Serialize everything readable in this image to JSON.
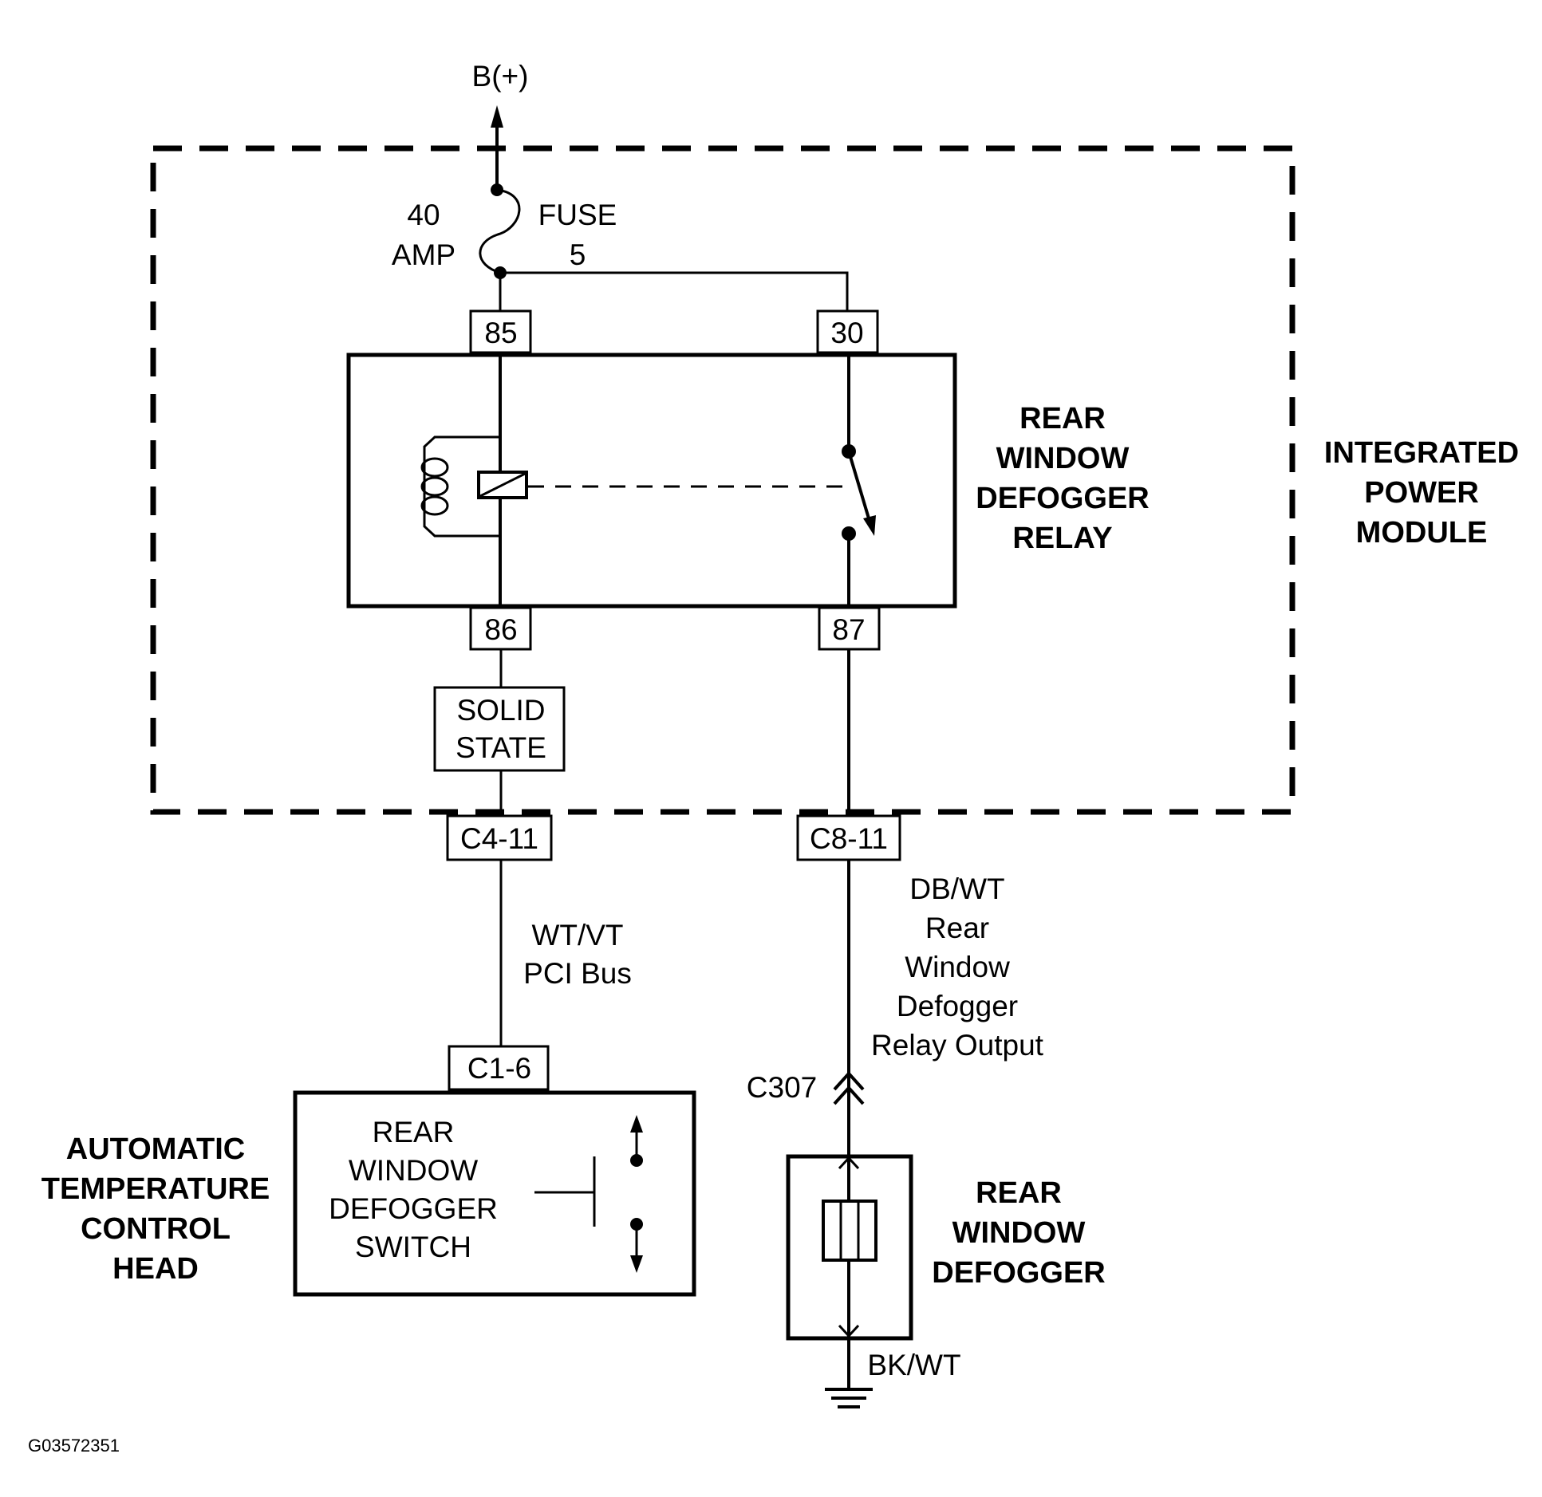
{
  "supply": "B(+)",
  "fuse": {
    "rating_line1": "40",
    "rating_line2": "AMP",
    "name_line1": "FUSE",
    "name_line2": "5"
  },
  "relay": {
    "pin_85": "85",
    "pin_30": "30",
    "pin_86": "86",
    "pin_87": "87",
    "title": [
      "REAR",
      "WINDOW",
      "DEFOGGER",
      "RELAY"
    ]
  },
  "module": {
    "title": [
      "INTEGRATED",
      "POWER",
      "MODULE"
    ]
  },
  "solid_state": [
    "SOLID",
    "STATE"
  ],
  "connectors": {
    "c4_11": "C4-11",
    "c8_11": "C8-11",
    "c1_6": "C1-6",
    "c307": "C307"
  },
  "wires": {
    "pci": [
      "WT/VT",
      "PCI Bus"
    ],
    "output": [
      "DB/WT",
      "Rear",
      "Window",
      "Defogger",
      "Relay Output"
    ],
    "ground": "BK/WT"
  },
  "control_head": {
    "title": [
      "AUTOMATIC",
      "TEMPERATURE",
      "CONTROL",
      "HEAD"
    ],
    "switch_label": [
      "REAR",
      "WINDOW",
      "DEFOGGER",
      "SWITCH"
    ]
  },
  "defogger": {
    "title": [
      "REAR",
      "WINDOW",
      "DEFOGGER"
    ]
  },
  "figure_id": "G03572351"
}
